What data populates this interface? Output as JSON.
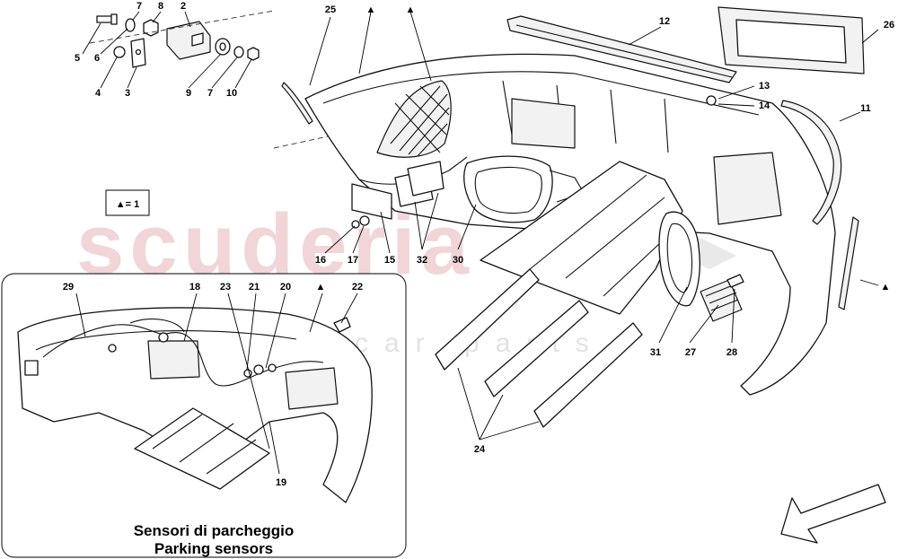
{
  "watermark": {
    "brand": "scuderia",
    "sub": "car parts"
  },
  "legend": {
    "text": "▲= 1"
  },
  "caption": {
    "it": "Sensori di parcheggio",
    "en": "Parking sensors"
  },
  "callouts": {
    "c1": "7",
    "c2": "8",
    "c3": "2",
    "c4": "5",
    "c5": "6",
    "c6": "4",
    "c7": "3",
    "c8": "9",
    "c9": "7",
    "c10": "10",
    "c11": "25",
    "c12": "▲",
    "c13": "▲",
    "c14": "12",
    "c15": "26",
    "c16": "13",
    "c17": "14",
    "c18": "11",
    "c19": "16",
    "c20": "17",
    "c21": "15",
    "c22": "32",
    "c23": "30",
    "c24": "29",
    "c25": "18",
    "c26": "23",
    "c27": "21",
    "c28": "20",
    "c29": "▲",
    "c30": "22",
    "c31": "19",
    "c32": "31",
    "c33": "27",
    "c34": "28",
    "c35": "24",
    "c36": "▲"
  }
}
